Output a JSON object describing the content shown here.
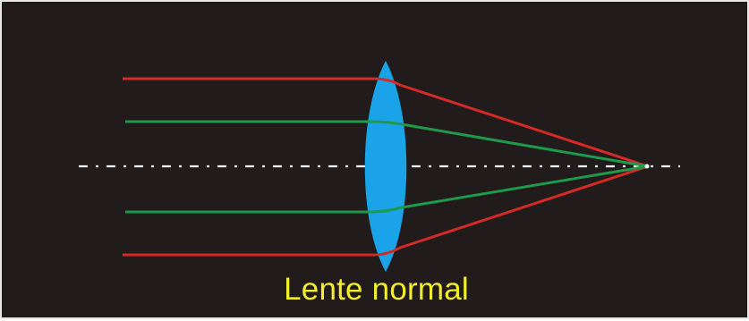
{
  "caption": "Lente normal",
  "colors": {
    "background": "#211c1b",
    "lens": "#1aa3e8",
    "outer_rays": "#d32a27",
    "inner_rays": "#1f9a4b",
    "optical_axis": "#ffffff",
    "caption": "#f4ee2a"
  },
  "icons": {
    "lens": "biconvex-lens",
    "focal_point": "focal-point"
  }
}
